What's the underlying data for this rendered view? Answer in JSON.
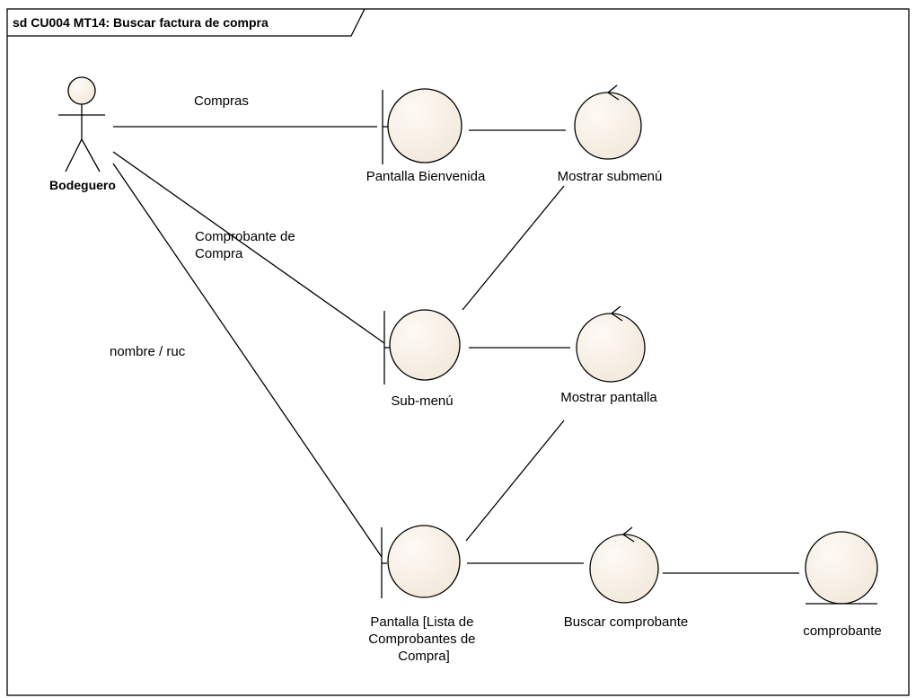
{
  "frame": {
    "title": "sd CU004 MT14: Buscar factura de compra"
  },
  "colors": {
    "element_fill": "#f3e9dc",
    "element_highlight": "#fdfaf5",
    "line": "#000000",
    "background": "#ffffff"
  },
  "actor": {
    "name": "Bodeguero",
    "icon": "stick-figure-actor-icon"
  },
  "boundaries": [
    {
      "id": "pantalla-bienvenida",
      "lines": [
        "Pantalla Bienvenida"
      ],
      "icon": "boundary-icon"
    },
    {
      "id": "sub-menu",
      "lines": [
        "Sub-menú"
      ],
      "icon": "boundary-icon"
    },
    {
      "id": "pantalla-lista",
      "lines": [
        "Pantalla [Lista de",
        "Comprobantes de",
        "Compra]"
      ],
      "icon": "boundary-icon"
    }
  ],
  "controls": [
    {
      "id": "mostrar-submenu",
      "lines": [
        "Mostrar submenú"
      ],
      "icon": "control-icon"
    },
    {
      "id": "mostrar-pantalla",
      "lines": [
        "Mostrar pantalla"
      ],
      "icon": "control-icon"
    },
    {
      "id": "buscar-comprobante",
      "lines": [
        "Buscar comprobante"
      ],
      "icon": "control-icon"
    }
  ],
  "entities": [
    {
      "id": "comprobante",
      "lines": [
        "comprobante"
      ],
      "icon": "entity-icon"
    }
  ],
  "connector_labels": [
    {
      "id": "compras",
      "lines": [
        "Compras"
      ]
    },
    {
      "id": "comprobante-de-compra",
      "lines": [
        "Comprobante de",
        "Compra"
      ]
    },
    {
      "id": "nombre-ruc",
      "lines": [
        "nombre / ruc"
      ]
    }
  ]
}
